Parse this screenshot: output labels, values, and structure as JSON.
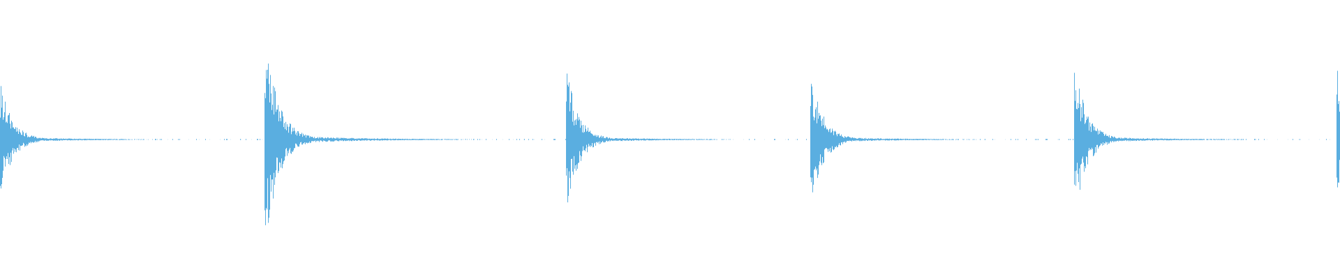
{
  "waveform": {
    "color": "#5aaee0",
    "background": "#ffffff",
    "duration_fraction_note": "",
    "transients": [
      {
        "onset": 0.0,
        "peak": 0.42,
        "decay": 0.05
      },
      {
        "onset": 0.198,
        "peak": 0.75,
        "decay": 0.055
      },
      {
        "onset": 0.423,
        "peak": 0.5,
        "decay": 0.05
      },
      {
        "onset": 0.605,
        "peak": 0.5,
        "decay": 0.05
      },
      {
        "onset": 0.802,
        "peak": 0.55,
        "decay": 0.05
      },
      {
        "onset": 0.998,
        "peak": 0.53,
        "decay": 0.01
      }
    ]
  }
}
